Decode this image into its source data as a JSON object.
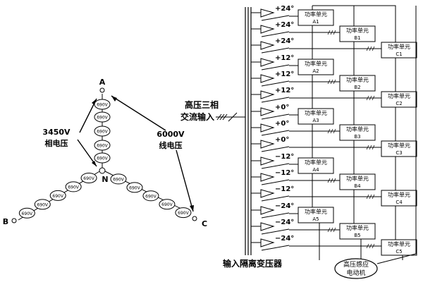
{
  "star": {
    "node_a": "A",
    "node_b": "B",
    "node_c": "C",
    "node_n": "N",
    "cell_label": "690V",
    "phase_voltage_value": "3450V",
    "phase_voltage_text": "相电压",
    "line_voltage_value": "6000V",
    "line_voltage_text": "线电压"
  },
  "input": {
    "line1": "高压三相",
    "line2": "交流输入"
  },
  "transformer_label": "输入隔离变压器",
  "motor": {
    "line1": "高压感应",
    "line2": "电动机"
  },
  "power_cell_text": "功率单元",
  "phases": [
    "+24°",
    "+12°",
    "+0°",
    "−12°",
    "−24°"
  ],
  "cells": {
    "A": [
      "A1",
      "A2",
      "A3",
      "A4",
      "A5"
    ],
    "B": [
      "B1",
      "B2",
      "B3",
      "B4",
      "B5"
    ],
    "C": [
      "C1",
      "C2",
      "C3",
      "C4",
      "C5"
    ]
  }
}
